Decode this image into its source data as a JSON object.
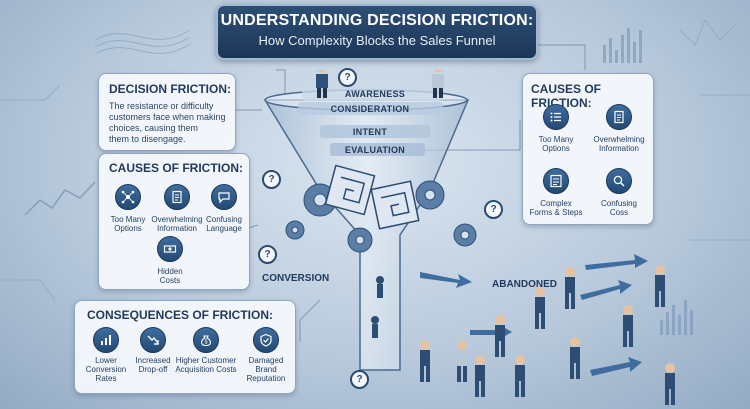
{
  "title": {
    "main": "UNDERSTANDING DECISION FRICTION:",
    "subtitle": "How Complexity Blocks the Sales Funnel"
  },
  "definition": {
    "heading": "DECISION FRICTION:",
    "text": [
      "The resistance or difficulty",
      "customers face when making",
      "choices, causing them",
      "them to disengage."
    ]
  },
  "causes_left": {
    "heading": "CAUSES OF FRICTION:",
    "items": [
      {
        "label": [
          "Too Many",
          "Options"
        ],
        "icon": "network-icon"
      },
      {
        "label": [
          "Overwhelming",
          "Information"
        ],
        "icon": "document-icon"
      },
      {
        "label": [
          "Confusing",
          "Language"
        ],
        "icon": "speech-icon"
      },
      {
        "label": [
          "Hidden",
          "Costs"
        ],
        "icon": "money-icon"
      }
    ]
  },
  "causes_right": {
    "heading": "CAUSES OF FRICTION:",
    "items": [
      {
        "label": [
          "Too Many",
          "Options"
        ],
        "icon": "list-icon"
      },
      {
        "label": [
          "Overwhelming",
          "Information"
        ],
        "icon": "document-icon"
      },
      {
        "label": [
          "Complex",
          "Forms & Steps"
        ],
        "icon": "form-icon"
      },
      {
        "label": [
          "Confusing",
          "Coss"
        ],
        "icon": "search-icon"
      }
    ]
  },
  "consequences": {
    "heading": "CONSEQUENCES OF FRICTION:",
    "items": [
      {
        "label": [
          "Lower",
          "Conversion",
          "Rates"
        ],
        "icon": "chart-icon"
      },
      {
        "label": [
          "Increased",
          "Drop-off"
        ],
        "icon": "down-arrow-icon"
      },
      {
        "label": [
          "Higher Customer",
          "Acquisition Costs"
        ],
        "icon": "money-bag-icon"
      },
      {
        "label": [
          "Damaged Brand",
          "Reputation"
        ],
        "icon": "shield-icon"
      }
    ]
  },
  "funnel": {
    "stages": [
      "AWARENESS",
      "CONSIDERATION",
      "INTENT",
      "EVALUATION"
    ],
    "conversion_label": "CONVERSION",
    "abandoned_label": "ABANDONED"
  },
  "colors": {
    "navy": "#1f3a5c",
    "accent_blue": "#3f6d9f",
    "background": "#b9cadc"
  }
}
